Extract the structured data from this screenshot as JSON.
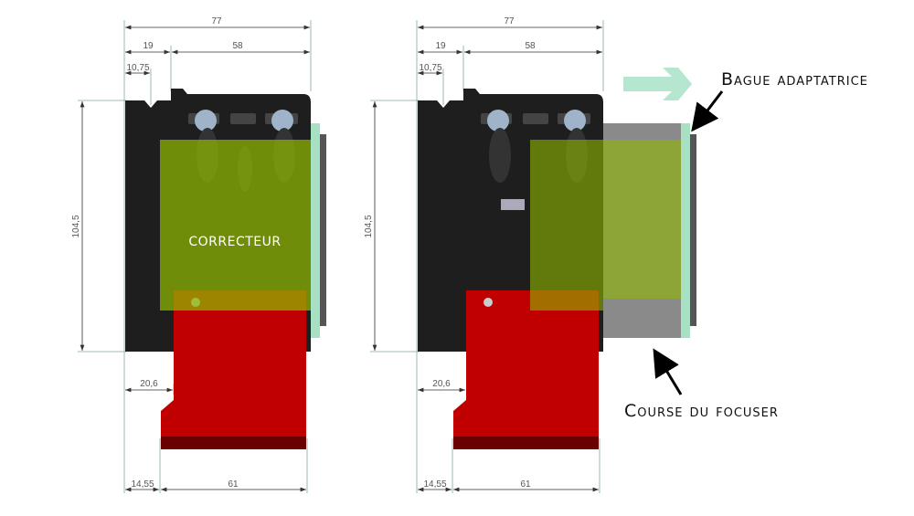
{
  "dimensions": {
    "total_length": "77",
    "length_19": "19",
    "length_58": "58",
    "length_10_75": "10,75",
    "height": "104,5",
    "length_20_6": "20,6",
    "length_14_55": "14,55",
    "length_61": "61"
  },
  "labels": {
    "correcteur": "CORRECTEUR",
    "bague": "Bague adaptatrice",
    "course": "Course du focuser"
  },
  "colors": {
    "body": "#1e1e1e",
    "bracket": "#c00000",
    "corrector_overlay": "#8fb800",
    "adapter_ring": "#a8e0c4",
    "focuser_travel": "#808080"
  }
}
